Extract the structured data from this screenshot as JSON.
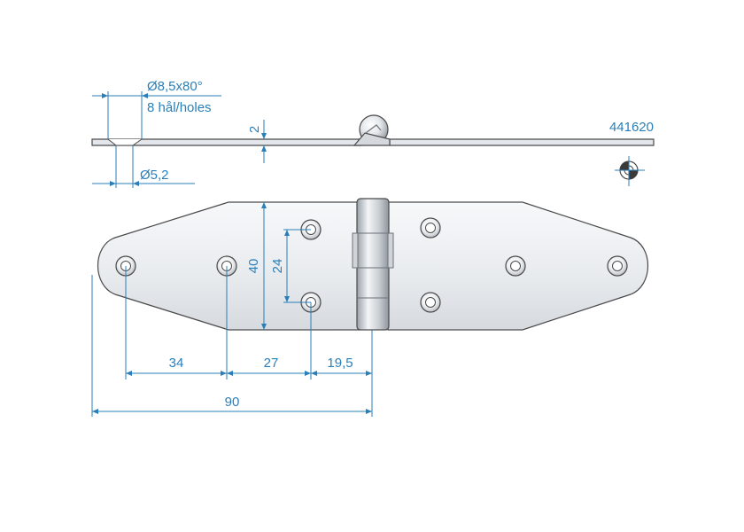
{
  "part_number": "441620",
  "countersink_label": "Ø8,5x80°",
  "holes_label": "8 hål/holes",
  "hole_diameter_label": "Ø5,2",
  "thickness_label": "2",
  "dims": {
    "pitch_34": "34",
    "pitch_27": "27",
    "edge_19_5": "19,5",
    "total_90": "90",
    "height_40": "40",
    "height_24": "24"
  },
  "colors": {
    "dimension": "#2a7fb8",
    "outline": "#4a4a4a",
    "metal_light": "#f2f4f6",
    "metal_dark": "#c9ced4"
  },
  "icons": {
    "projection_symbol": "first-angle-projection-icon"
  }
}
